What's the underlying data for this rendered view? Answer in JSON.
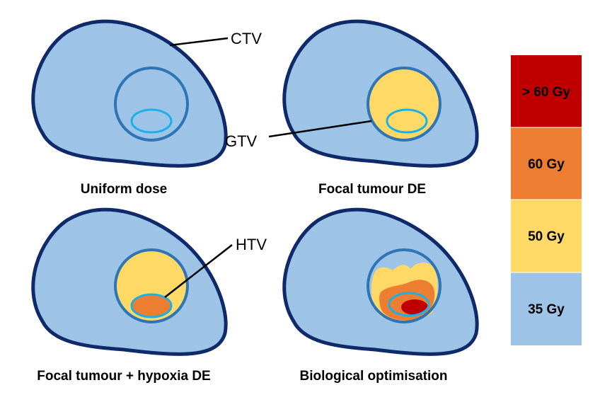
{
  "panels": [
    {
      "caption": "Uniform dose"
    },
    {
      "caption": "Focal tumour DE"
    },
    {
      "caption": "Focal tumour + hypoxia DE"
    },
    {
      "caption": "Biological optimisation"
    }
  ],
  "callouts": {
    "ctv": "CTV",
    "gtv": "GTV",
    "htv": "HTV"
  },
  "legend": [
    {
      "label": "> 60 Gy",
      "color": "#c00000"
    },
    {
      "label": "60 Gy",
      "color": "#ed7d31"
    },
    {
      "label": "50 Gy",
      "color": "#ffd966"
    },
    {
      "label": "35 Gy",
      "color": "#9dc3e6"
    }
  ],
  "colors": {
    "ctv_fill": "#9dc3e6",
    "ctv_stroke": "#0f2a6b",
    "gtv_stroke": "#2e75b6",
    "htv_stroke": "#1ab0e8",
    "dose_50": "#ffd966",
    "dose_60": "#ed7d31",
    "dose_gt60": "#c00000"
  }
}
